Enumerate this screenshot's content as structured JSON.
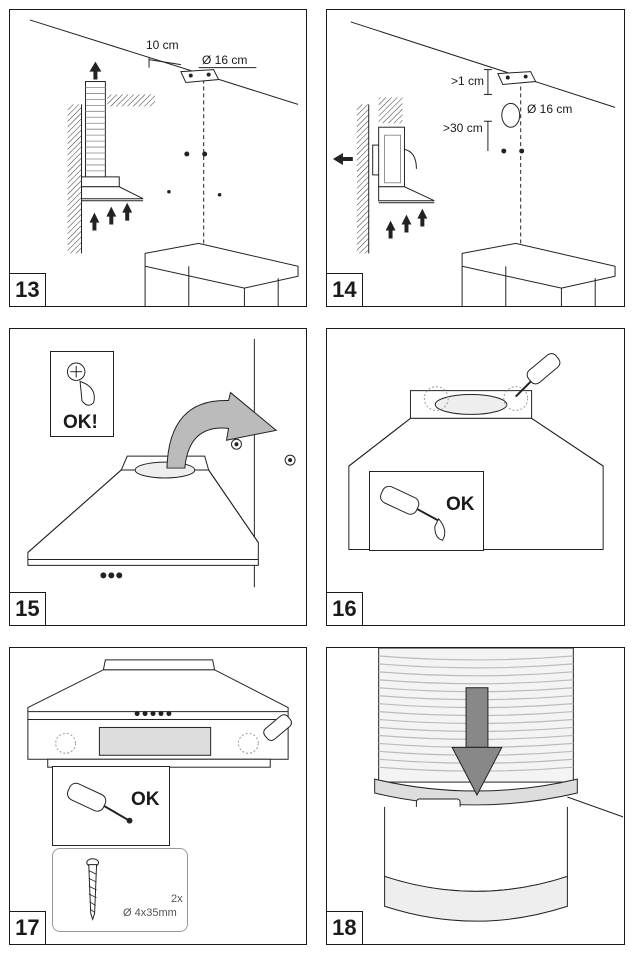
{
  "steps": [
    {
      "number": "13",
      "labels": {
        "distance": "10 cm",
        "diameter": "Ø 16 cm"
      }
    },
    {
      "number": "14",
      "labels": {
        "above": ">1 cm",
        "diameter": "Ø 16 cm",
        "side": ">30 cm"
      }
    },
    {
      "number": "15",
      "labels": {
        "ok": "OK!"
      }
    },
    {
      "number": "16",
      "labels": {
        "ok": "OK"
      }
    },
    {
      "number": "17",
      "labels": {
        "ok": "OK",
        "quantity": "2x",
        "screw_size": "Ø 4x35mm"
      }
    },
    {
      "number": "18",
      "labels": {}
    }
  ],
  "icons": [
    "screwdriver-icon",
    "screw-icon",
    "wall-plug-icon",
    "arrow-icon",
    "cooker-hood-icon",
    "hose-clamp-icon"
  ]
}
